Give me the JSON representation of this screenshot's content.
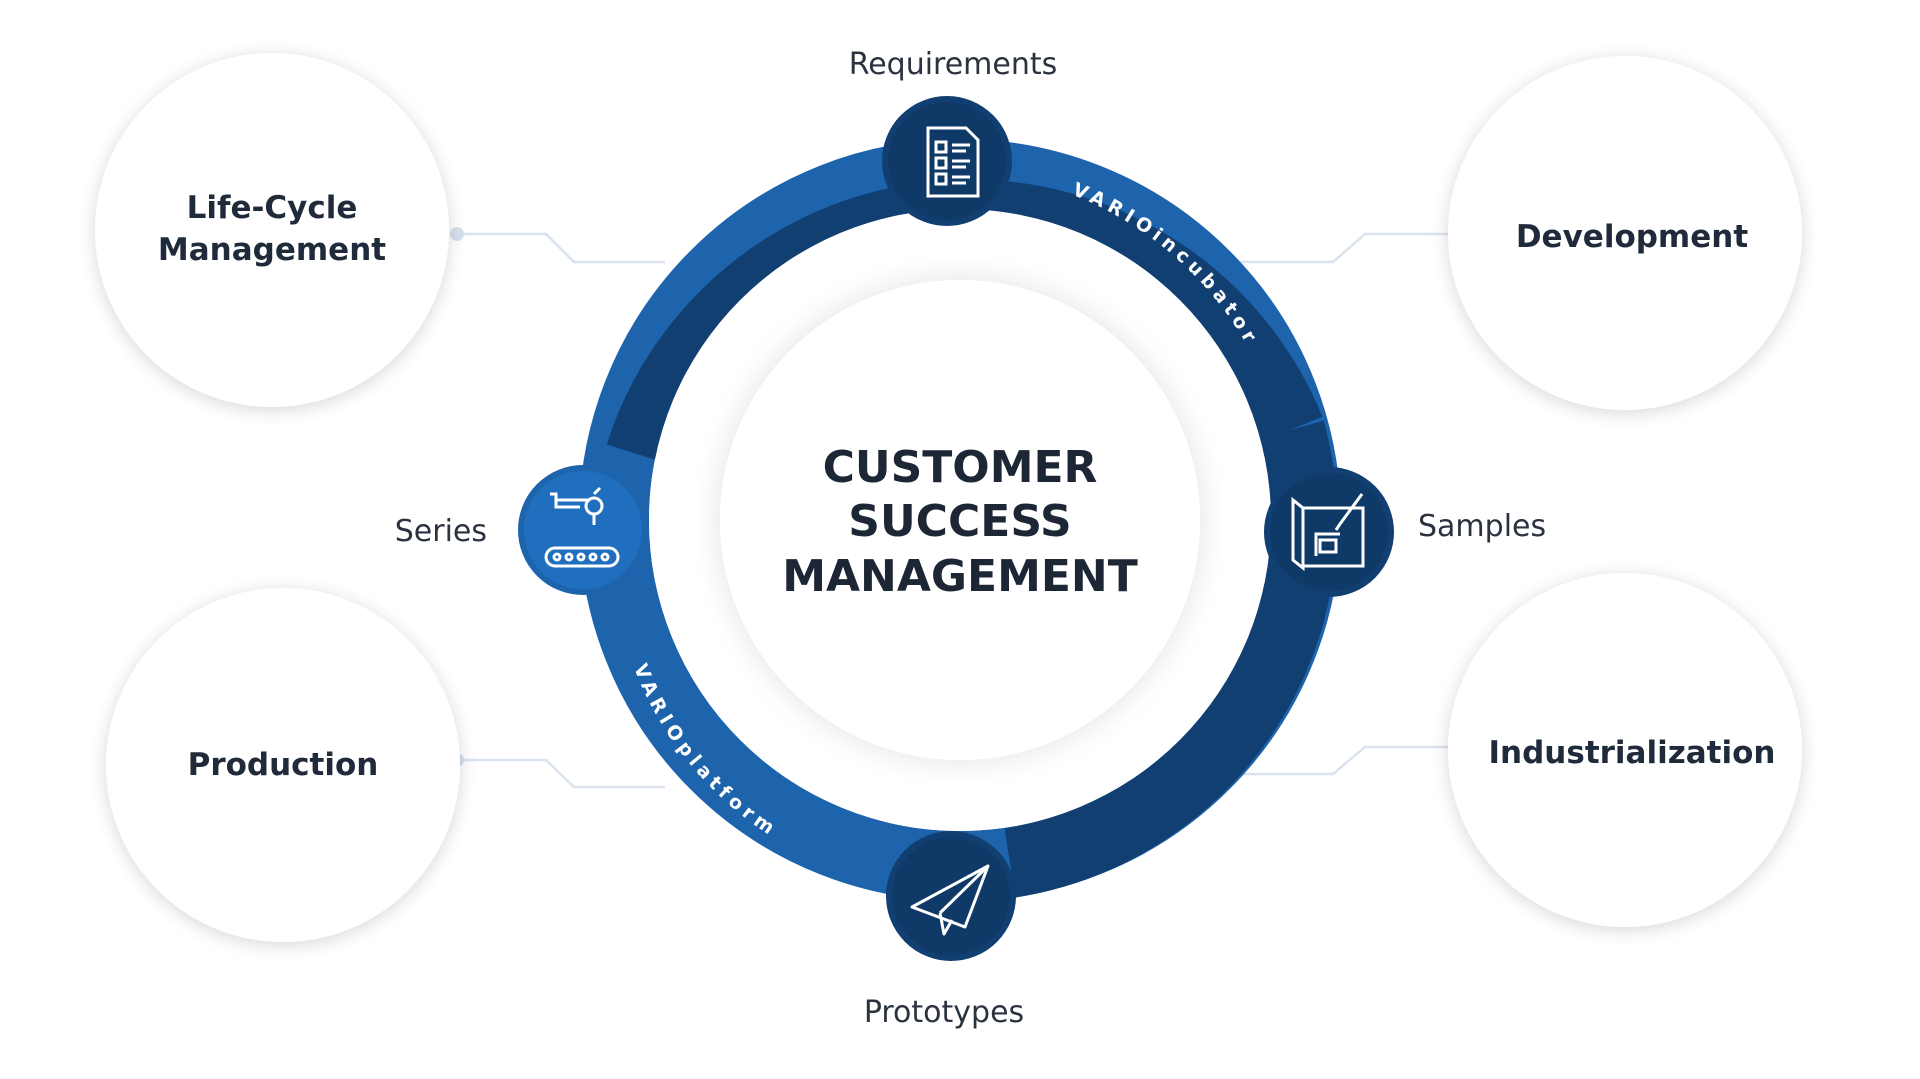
{
  "center": {
    "line1": "CUSTOMER",
    "line2": "SUCCESS",
    "line3": "MANAGEMENT"
  },
  "ring_labels": {
    "upper": "VARIOincubator",
    "lower": "VARIOplatform"
  },
  "nodes": {
    "requirements": "Requirements",
    "samples": "Samples",
    "prototypes": "Prototypes",
    "series": "Series"
  },
  "side_circles": {
    "lifecycle_line1": "Life-Cycle",
    "lifecycle_line2": "Management",
    "development": "Development",
    "production": "Production",
    "industrialization": "Industrialization"
  },
  "colors": {
    "dark_navy": "#123f72",
    "mid_blue": "#1d64ad",
    "node_fill": "#0f3a68",
    "series_node_fill": "#1f6fbe",
    "connector": "#d9e4ef",
    "text_dark": "#1f2a3a"
  },
  "icons": {
    "requirements": "checklist-icon",
    "samples": "blueprint-icon",
    "prototypes": "paper-plane-icon",
    "series": "conveyor-robot-icon"
  }
}
